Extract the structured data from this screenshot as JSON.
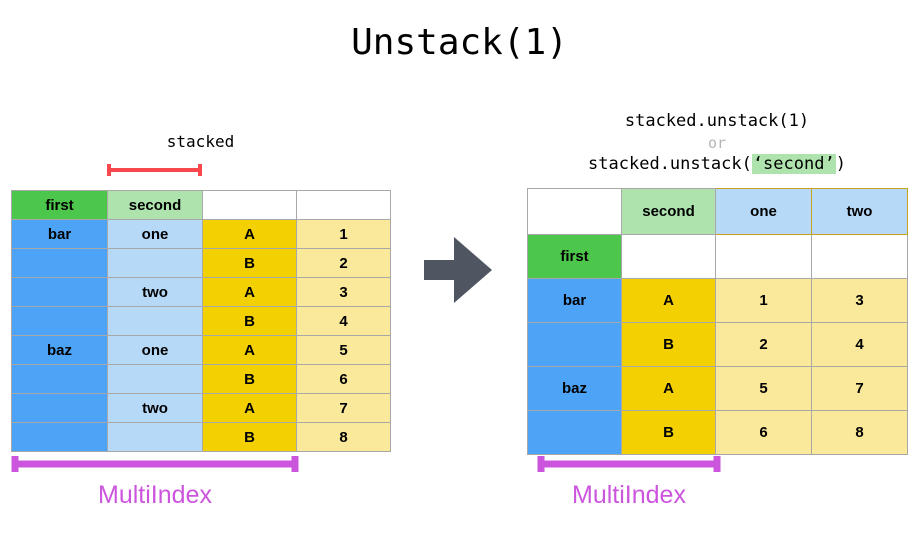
{
  "title": "Unstack(1)",
  "colors": {
    "header_green": "#4cc74c",
    "light_green": "#aee3ae",
    "blue": "#4da4f7",
    "light_blue": "#b6d9f7",
    "gold": "#f2d001",
    "pale_yellow": "#fae99a",
    "magenta": "#cc55dd",
    "red_bracket": "#f8484e",
    "arrow_gray": "#4f5561",
    "or_gray": "#b5b5b5",
    "gold_border": "#c8a21a"
  },
  "left": {
    "caption": "stacked",
    "headers": [
      "first",
      "second",
      "",
      ""
    ],
    "rows": [
      {
        "first": "bar",
        "second": "one",
        "ab": "A",
        "value": "1"
      },
      {
        "first": "",
        "second": "",
        "ab": "B",
        "value": "2"
      },
      {
        "first": "",
        "second": "two",
        "ab": "A",
        "value": "3"
      },
      {
        "first": "",
        "second": "",
        "ab": "B",
        "value": "4"
      },
      {
        "first": "baz",
        "second": "one",
        "ab": "A",
        "value": "5"
      },
      {
        "first": "",
        "second": "",
        "ab": "B",
        "value": "6"
      },
      {
        "first": "",
        "second": "two",
        "ab": "A",
        "value": "7"
      },
      {
        "first": "",
        "second": "",
        "ab": "B",
        "value": "8"
      }
    ],
    "multiindex_label": "MultiIndex",
    "red_bracket_target": "second"
  },
  "right": {
    "caption_line1": "stacked.unstack(1)",
    "caption_or": "or",
    "caption_line3_prefix": "stacked.unstack(",
    "caption_line3_arg": "‘second’",
    "caption_line3_suffix": ")",
    "col_header_label": "second",
    "col_headers": [
      "one",
      "two"
    ],
    "row_header_label": "first",
    "rows": [
      {
        "first": "bar",
        "ab": "A",
        "one": "1",
        "two": "3"
      },
      {
        "first": "",
        "ab": "B",
        "one": "2",
        "two": "4"
      },
      {
        "first": "baz",
        "ab": "A",
        "one": "5",
        "two": "7"
      },
      {
        "first": "",
        "ab": "B",
        "one": "6",
        "two": "8"
      }
    ],
    "multiindex_label": "MultiIndex"
  },
  "arrow": {
    "direction": "right",
    "name": "transform-arrow"
  }
}
